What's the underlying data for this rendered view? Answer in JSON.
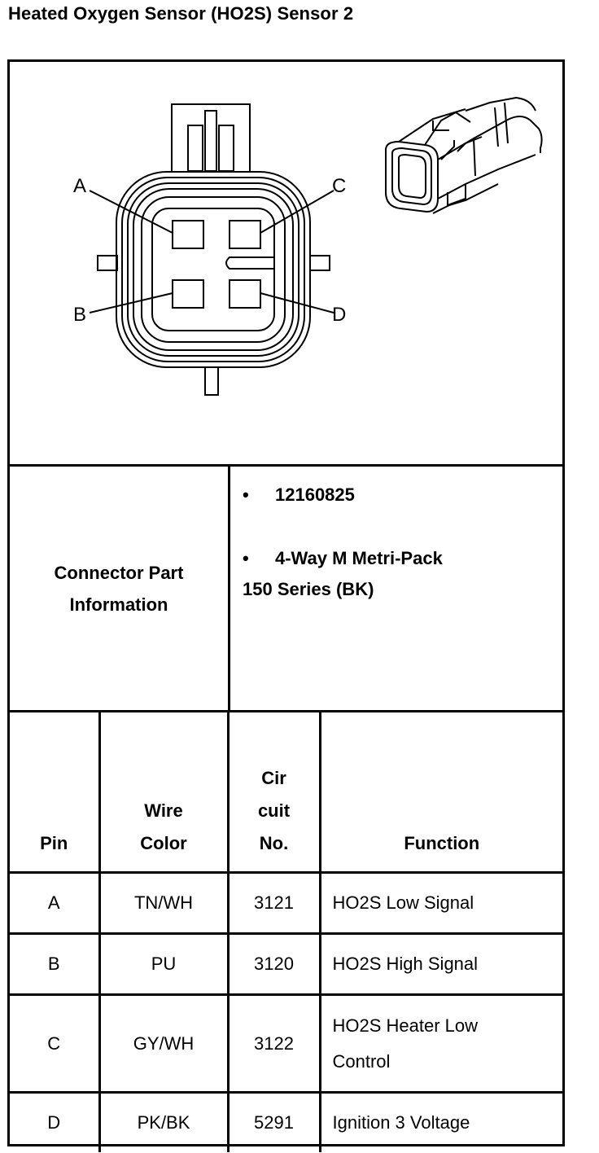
{
  "title": "Heated Oxygen Sensor (HO2S) Sensor 2",
  "diagram": {
    "pin_labels": [
      "A",
      "B",
      "C",
      "D"
    ]
  },
  "connector_info": {
    "label": "Connector Part Information",
    "bullet_symbol": "•",
    "part_number": "12160825",
    "connector_type_line1": "4-Way M Metri-Pack",
    "connector_type_line2": "150 Series (BK)"
  },
  "pin_table": {
    "headers": {
      "pin": "Pin",
      "wire_color": "Wire Color",
      "circuit_no": "Cir cuit No.",
      "function": "Function"
    },
    "rows": [
      {
        "pin": "A",
        "wire_color": "TN/WH",
        "circuit": "3121",
        "function": "HO2S Low Signal"
      },
      {
        "pin": "B",
        "wire_color": "PU",
        "circuit": "3120",
        "function": "HO2S High Signal"
      },
      {
        "pin": "C",
        "wire_color": "GY/WH",
        "circuit": "3122",
        "function": "HO2S Heater Low Control"
      },
      {
        "pin": "D",
        "wire_color": "PK/BK",
        "circuit": "5291",
        "function": "Ignition 3 Voltage"
      }
    ]
  }
}
